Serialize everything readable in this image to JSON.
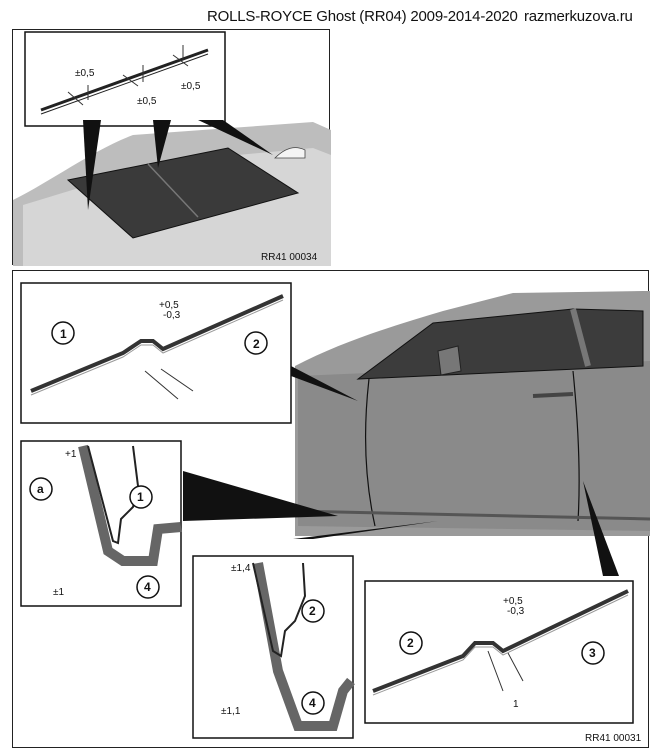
{
  "header": {
    "title": "ROLLS-ROYCE Ghost (RR04) 2009-2014-2020",
    "site": "razmerkuzova.ru"
  },
  "top_panel": {
    "code": "RR41 00034",
    "tolerances": [
      "±0,5",
      "±0,5",
      "±0,5"
    ]
  },
  "bottom_panel": {
    "code": "RR41 00031",
    "detail_a": {
      "tol_upper": "+0,5",
      "tol_lower": "-0,3",
      "labels": [
        "1",
        "2"
      ]
    },
    "detail_b": {
      "tol_top": "+1",
      "tol_side": "±1",
      "callout_a": "a",
      "labels": [
        "1",
        "4"
      ]
    },
    "detail_c": {
      "tol_top": "±1,4",
      "tol_side": "±1,1",
      "labels": [
        "2",
        "4"
      ]
    },
    "detail_d": {
      "tol_upper": "+0,5",
      "tol_lower": "-0,3",
      "labels": [
        "2",
        "3"
      ],
      "dim": "1"
    }
  }
}
